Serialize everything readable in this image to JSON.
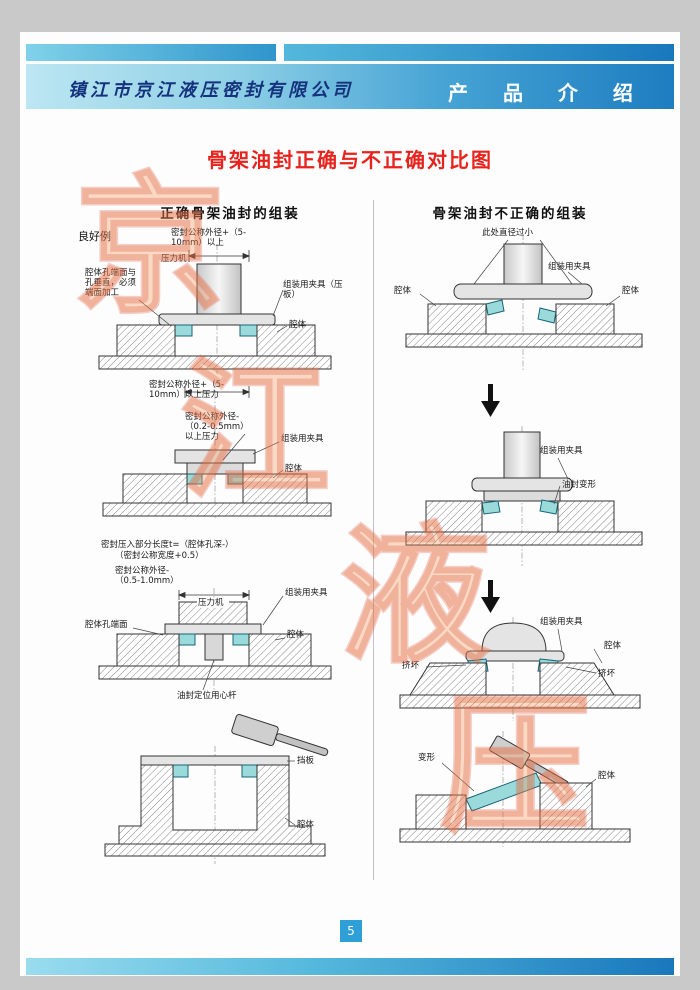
{
  "header": {
    "company": "镇江市京江液压密封有限公司",
    "section": "产 品 介 绍"
  },
  "title": "骨架油封正确与不正确对比图",
  "columns": {
    "left": {
      "heading": "正确骨架油封的组装",
      "tag": "良好例",
      "fig1": {
        "dim": "密封公称外径+（5-10mm）以上",
        "press": "压力机",
        "note": "腔体孔端面与孔垂直，必须端面加工",
        "fixture": "组装用夹具（压板）",
        "cavity": "腔体"
      },
      "fig2": {
        "force": "密封公称外径+（5-10mm）以上压力",
        "force2": "密封公称外径-（0.2-0.5mm）以上压力",
        "fixture": "组装用夹具",
        "cavity": "腔体"
      },
      "fig3": {
        "formula1": "密封压入部分长度t=（腔体孔深-）",
        "formula2": "（密封公称宽度+0.5）",
        "dim": "密封公称外径-（0.5-1.0mm）",
        "press": "压力机",
        "fixture": "组装用夹具",
        "face": "腔体孔端面",
        "cavity": "腔体",
        "mandrel": "油封定位用心杆"
      },
      "fig4": {
        "plate": "挡板",
        "cavity": "腔体"
      }
    },
    "right": {
      "heading": "骨架油封不正确的组装",
      "fig1": {
        "warn": "此处直径过小",
        "fixture": "组装用夹具",
        "cavity_left": "腔体",
        "cavity_right": "腔体"
      },
      "fig2": {
        "fixture": "组装用夹具",
        "deform": "油封变形"
      },
      "fig3": {
        "fixture": "组装用夹具",
        "cavity": "腔体",
        "crush_left": "挤坏",
        "crush_right": "挤坏"
      },
      "fig4": {
        "deform": "变形",
        "cavity": "腔体"
      }
    }
  },
  "watermark": [
    "京",
    "江",
    "液",
    "压"
  ],
  "footer": {
    "page_number": "5"
  },
  "colors": {
    "accent_red": "#e8221c",
    "seal_teal": "#9adada",
    "band_blue": "#1d7dc0"
  }
}
